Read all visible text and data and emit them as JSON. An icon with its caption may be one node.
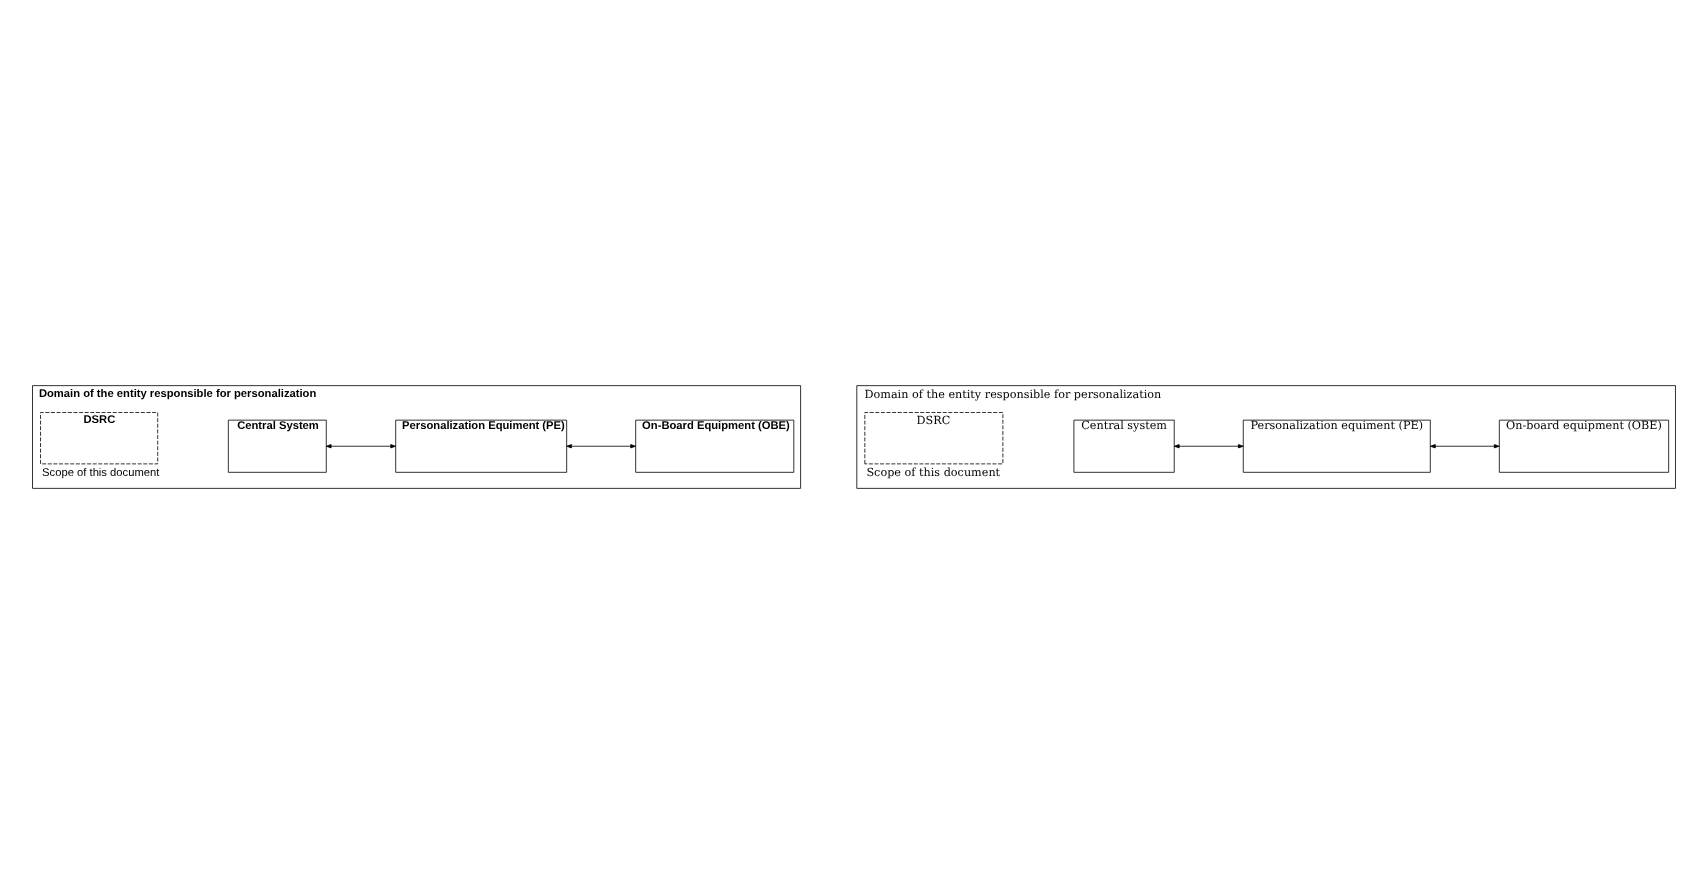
{
  "diagram": {
    "nodes": [
      {
        "text": [
          "Domain of the entity responsible for personalization"
        ]
      },
      {
        "text": [
          "Central System"
        ],
        "in": 0
      },
      {
        "text": [
          "Personalization Equiment (PE)"
        ],
        "in": 0
      },
      {
        "text": [
          "DSRC"
        ],
        "in": 0,
        "beside": [
          "Scope of this document"
        ]
      },
      {
        "text": [
          "On-Board Equipment (OBE)"
        ],
        "in": 0
      },
      {
        "text": [
          "Domain of the entity responsible for personalization"
        ]
      },
      {
        "text": [
          "Central system"
        ],
        "in": 5
      },
      {
        "text": [
          "Personalization equiment (PE)"
        ],
        "in": 5
      },
      {
        "text": [
          "DSRC"
        ],
        "in": 5,
        "beside": [
          "Scope of this document"
        ]
      },
      {
        "text": [
          "On-board equipment (OBE)"
        ],
        "in": 5
      }
    ],
    "edges": [
      {
        "from": 1,
        "to": 2,
        "arrow": "both"
      },
      {
        "from": 2,
        "to": 4,
        "arrow": "both"
      },
      {
        "from": 6,
        "to": 7,
        "arrow": "both"
      },
      {
        "from": 7,
        "to": 9,
        "arrow": "both"
      }
    ]
  }
}
